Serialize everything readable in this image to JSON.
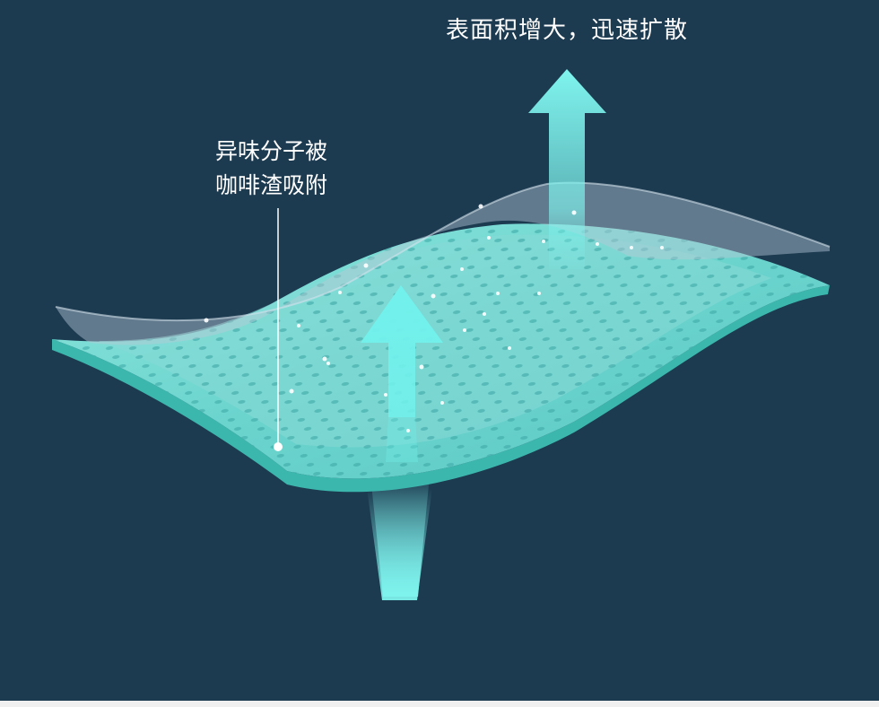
{
  "top_label": "表面积增大，迅速扩散",
  "callout": {
    "line1": "异味分子被",
    "line2": "咖啡渣吸附"
  },
  "colors": {
    "background": "#1c3a50",
    "fabric_fill": "#5ed8d0",
    "fabric_edge": "#3fb8ad",
    "arrow": "#6ff0ea",
    "overlay_sheet": "#b9c9d6",
    "text": "#ffffff"
  },
  "icons": [
    "up-arrow-icon",
    "up-arrow-icon",
    "callout-dot-icon"
  ]
}
